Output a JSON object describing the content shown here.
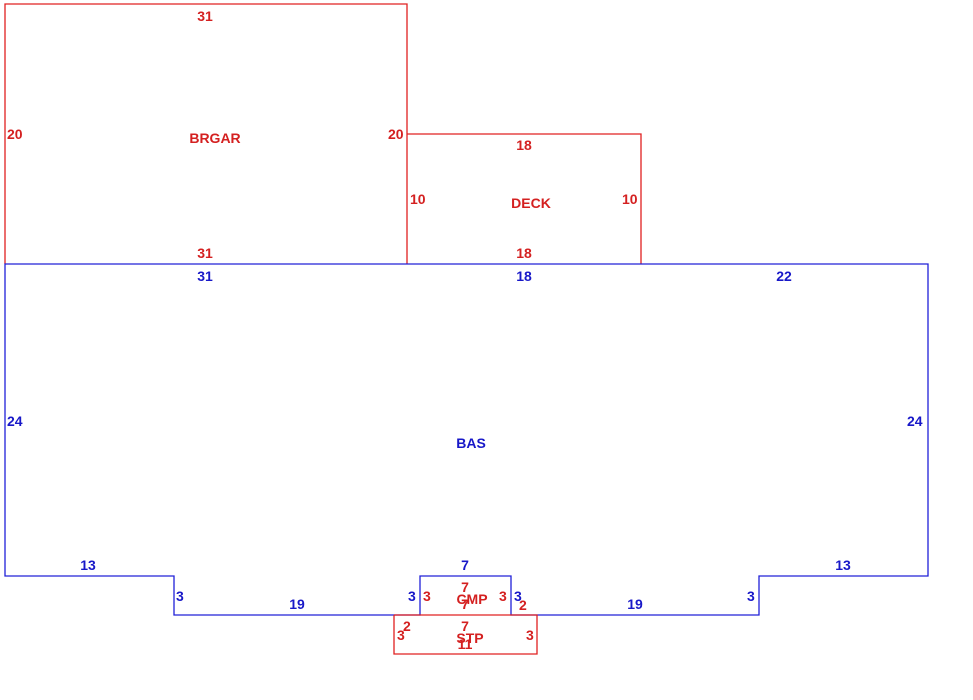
{
  "colors": {
    "red": "#d42020",
    "blue": "#1818c8"
  },
  "areas": {
    "brgar": {
      "name": "BRGAR",
      "dims": {
        "top": "31",
        "left": "20",
        "right": "20",
        "bottom": "31"
      }
    },
    "deck": {
      "name": "DECK",
      "dims": {
        "top": "18",
        "left": "10",
        "right": "10",
        "bottom": "18"
      }
    },
    "bas": {
      "name": "BAS",
      "dims": {
        "top_left": "31",
        "top_mid": "18",
        "top_right": "22",
        "left": "24",
        "right": "24",
        "bottom_left": "13",
        "step_left": "3",
        "bottom_mid_left": "19",
        "notch_left": "3",
        "notch_top": "7",
        "notch_right": "3",
        "bottom_mid_right": "19",
        "step_right": "3",
        "bottom_right": "13"
      }
    },
    "cmp": {
      "name": "CMP",
      "dims": {
        "top": "7",
        "left": "3",
        "right": "3",
        "bottom": "7"
      }
    },
    "stp": {
      "name": "STP",
      "dims": {
        "top_left": "2",
        "top_right": "2",
        "top": "7",
        "left": "3",
        "right": "3",
        "bottom": "11"
      }
    }
  }
}
